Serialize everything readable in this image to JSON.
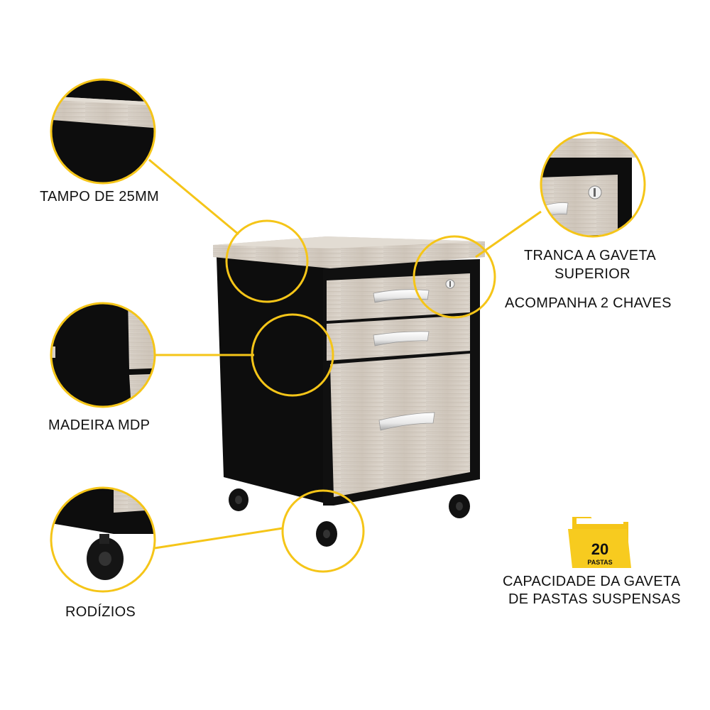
{
  "callouts": {
    "tampo": "TAMPO DE 25MM",
    "madeira": "MADEIRA MDP",
    "rodizios": "RODÍZIOS",
    "tranca_line1": "TRANCA A GAVETA",
    "tranca_line2": "SUPERIOR",
    "chaves": "ACOMPANHA 2 CHAVES",
    "capacidade_line1": "CAPACIDADE DA GAVETA",
    "capacidade_line2": "DE PASTAS SUSPENSAS"
  },
  "folder_badge": {
    "number": "20",
    "caption": "PASTAS",
    "icon": "folder-icon"
  },
  "colors": {
    "accent": "#F5C518",
    "cabinet": "#0d0d0d",
    "wood": "#d8d0c6"
  }
}
